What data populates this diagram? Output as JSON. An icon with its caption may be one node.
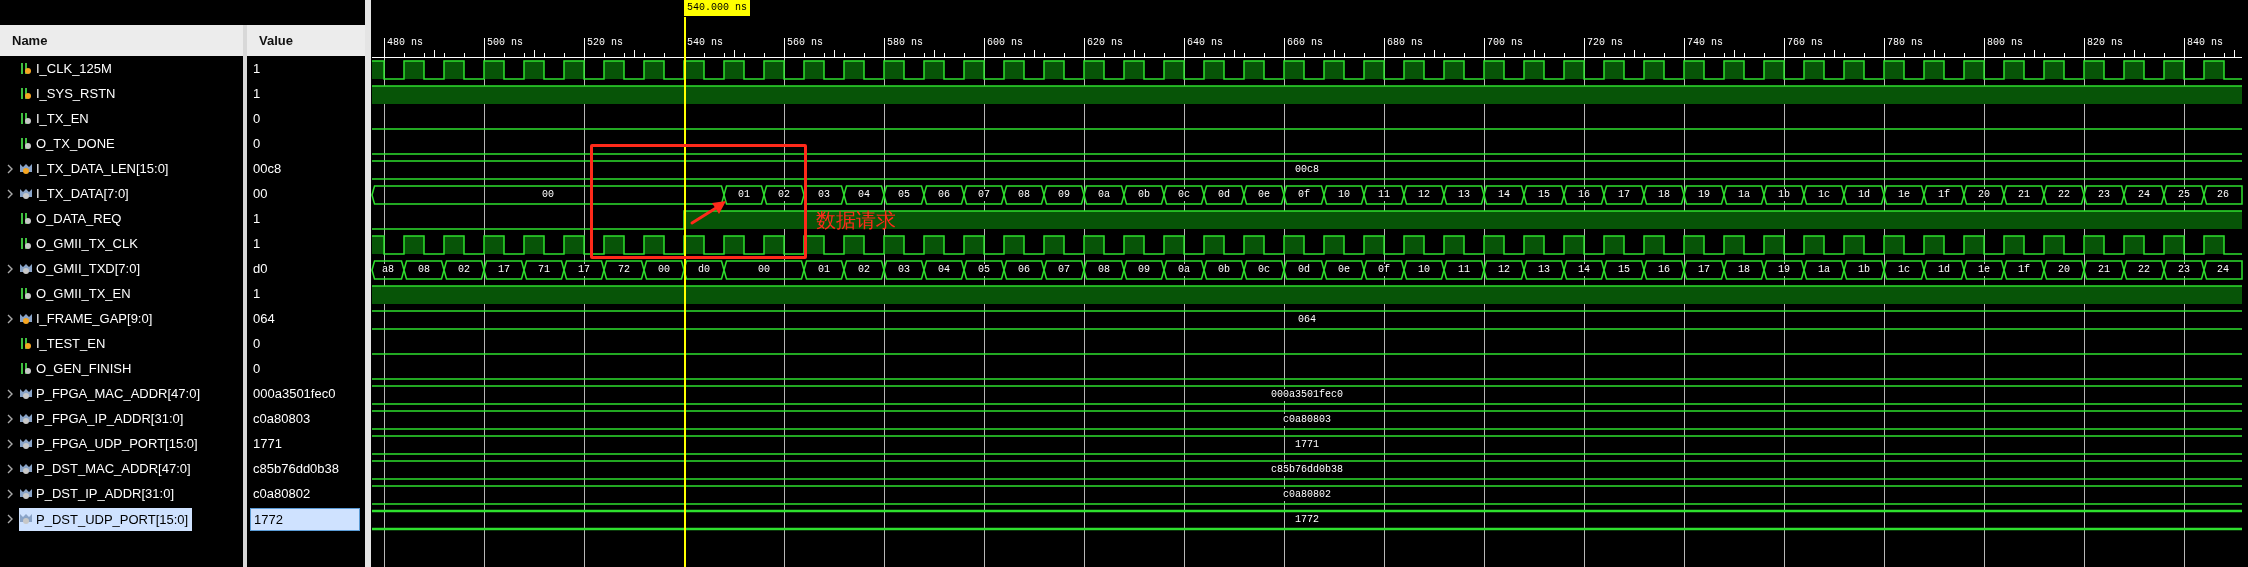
{
  "diagram": {
    "nodes": [
      {
        "text": [],
        "shape": "box",
        "beside": [
          "数据请求"
        ]
      }
    ],
    "labels": [
      "Name",
      "Value",
      "I_CLK_125M",
      "1",
      "I_SYS_RSTN",
      "1",
      "I_TX_EN",
      "0",
      "O_TX_DONE",
      "0",
      "I_TX_DATA_LEN[15:0]",
      "00c8",
      "I_TX_DATA[7:0]",
      "00",
      "O_DATA_REQ",
      "1",
      "O_GMII_TX_CLK",
      "1",
      "O_GMII_TXD[7:0]",
      "d0",
      "O_GMII_TX_EN",
      "1",
      "I_FRAME_GAP[9:0]",
      "064",
      "I_TEST_EN",
      "0",
      "O_GEN_FINISH",
      "0",
      "P_FPGA_MAC_ADDR[47:0]",
      "000a3501fec0",
      "P_FPGA_IP_ADDR[31:0]",
      "c0a80803",
      "P_FPGA_UDP_PORT[15:0]",
      "1771",
      "P_DST_MAC_ADDR[47:0]",
      "c85b76dd0b38",
      "P_DST_IP_ADDR[31:0]",
      "c0a80802",
      "P_DST_UDP_PORT[15:0]",
      "1772",
      "540.000 ns",
      "480 ns",
      "500 ns",
      "520 ns",
      "540 ns",
      "560 ns",
      "580 ns",
      "600 ns",
      "620 ns",
      "640 ns",
      "660 ns",
      "680 ns",
      "700 ns",
      "720 ns",
      "740 ns",
      "760 ns",
      "780 ns",
      "800 ns",
      "820 ns",
      "840 ns",
      "00c8",
      "00",
      "01",
      "02",
      "03",
      "04",
      "05",
      "06",
      "07",
      "08",
      "09",
      "0a",
      "0b",
      "0c",
      "0d",
      "0e",
      "0f",
      "10",
      "11",
      "12",
      "13",
      "14",
      "15",
      "16",
      "17",
      "18",
      "19",
      "1a",
      "1b",
      "1c",
      "1d",
      "1e",
      "1f",
      "20",
      "21",
      "22",
      "23",
      "24",
      "25",
      "26",
      "a8",
      "08",
      "02",
      "17",
      "71",
      "17",
      "72",
      "00",
      "d0",
      "00",
      "01",
      "02",
      "03",
      "04",
      "05",
      "06",
      "07",
      "08",
      "09",
      "0a",
      "0b",
      "0c",
      "0d",
      "0e",
      "0f",
      "10",
      "11",
      "12",
      "13",
      "14",
      "15",
      "16",
      "17",
      "18",
      "19",
      "1a",
      "1b",
      "1c",
      "1d",
      "1e",
      "1f",
      "20",
      "21",
      "22",
      "23",
      "24",
      "064",
      "000a3501fec0",
      "c0a80803",
      "1771",
      "c85b76dd0b38",
      "c0a80802",
      "1772"
    ]
  }
}
